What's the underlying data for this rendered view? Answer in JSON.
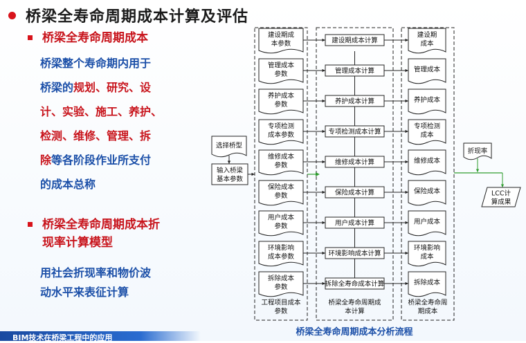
{
  "title": "桥梁全寿命周期成本计算及评估",
  "sec1": {
    "heading": "桥梁全寿命周期成本",
    "lines": [
      {
        "parts": [
          {
            "t": "桥梁整个寿命期内用于",
            "c": "blue"
          }
        ]
      },
      {
        "parts": [
          {
            "t": "桥梁的",
            "c": "blue"
          },
          {
            "t": "规划、研究、设",
            "c": "red"
          }
        ]
      },
      {
        "parts": [
          {
            "t": "计、实验、施工、养护、",
            "c": "red"
          }
        ]
      },
      {
        "parts": [
          {
            "t": "检测、维修、管理、拆",
            "c": "red"
          }
        ]
      },
      {
        "parts": [
          {
            "t": "除",
            "c": "red"
          },
          {
            "t": "等各阶段作业所支付",
            "c": "blue"
          }
        ]
      },
      {
        "parts": [
          {
            "t": "的成本总称",
            "c": "blue"
          }
        ]
      }
    ]
  },
  "sec2": {
    "heading_l1": "桥梁全寿命周期成本折",
    "heading_l2": "现率计算模型",
    "line1": "用社会折现率和物价波",
    "line2": "动水平来表征计算"
  },
  "footer": "BIM技术在桥梁工程中的应用",
  "diagram": {
    "caption": "桥梁全寿命周期成本分析流程",
    "input_doc": [
      "选择桥型"
    ],
    "input_box": [
      "输入桥梁",
      "基本参数"
    ],
    "rate_label": [
      "折现率"
    ],
    "output_label": [
      "LCC计",
      "算成果"
    ],
    "col1_footer": [
      "工程项目成本",
      "参数"
    ],
    "col2_footer": [
      "桥梁全寿命周期成",
      "本计算"
    ],
    "col3_footer": [
      "桥梁全寿命周",
      "期成本"
    ],
    "rows": [
      {
        "param": [
          "建设期成",
          "本参数"
        ],
        "calc": "建设期成本计算",
        "result": [
          "建设期",
          "成本"
        ]
      },
      {
        "param": [
          "管理成本",
          "参数"
        ],
        "calc": "管理成本计算",
        "result": [
          "管理成本"
        ]
      },
      {
        "param": [
          "养护成本",
          "参数"
        ],
        "calc": "养护成本计算",
        "result": [
          "养护成本"
        ]
      },
      {
        "param": [
          "专项检测",
          "成本参数"
        ],
        "calc": "专项检测成本计算",
        "result": [
          "专项检测",
          "成本"
        ]
      },
      {
        "param": [
          "维修成本",
          "参数"
        ],
        "calc": "维修成本计算",
        "result": [
          "维修成本"
        ]
      },
      {
        "param": [
          "保险成本",
          "参数"
        ],
        "calc": "保险成本计算",
        "result": [
          "保险成本"
        ]
      },
      {
        "param": [
          "用户成本",
          "参数"
        ],
        "calc": "用户成本计算",
        "result": [
          "用户成本"
        ]
      },
      {
        "param": [
          "环境影响",
          "成本参数"
        ],
        "calc": "环境影响成本计算",
        "result": [
          "环境影响",
          "成本"
        ]
      },
      {
        "param": [
          "拆除成本",
          "参数"
        ],
        "calc": "拆除全寿命成本计算",
        "result": [
          "拆除成本"
        ]
      }
    ]
  }
}
